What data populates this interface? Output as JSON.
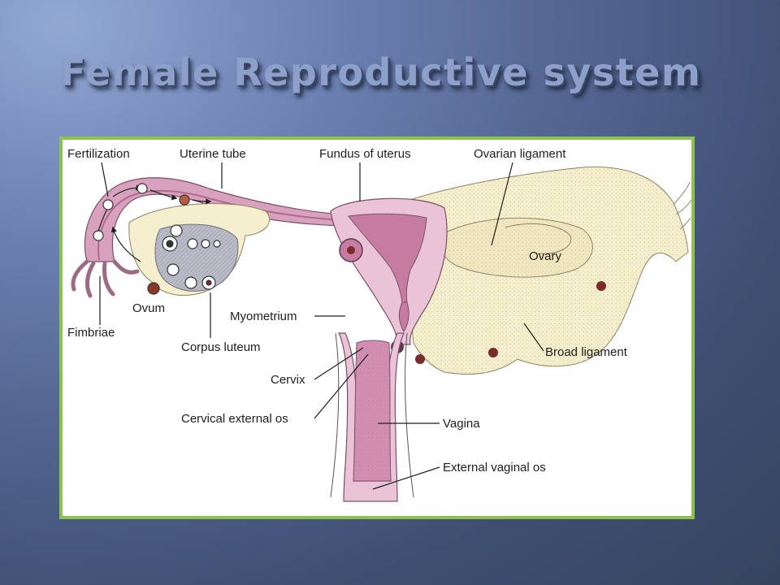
{
  "slide": {
    "title": "Female Reproductive system"
  },
  "colors": {
    "frame_border": "#8cc34b",
    "title_text": "#8da0c9",
    "tissue_pink": "#d8a1bd",
    "lumen_pink": "#c77ba2",
    "ligament_cream": "#f6efcd"
  },
  "diagram": {
    "labels": {
      "fertilization": "Fertilization",
      "uterine_tube": "Uterine tube",
      "fundus": "Fundus of uterus",
      "ovarian_ligament": "Ovarian ligament",
      "ovary": "Ovary",
      "ovum": "Ovum",
      "fimbriae": "Fimbriae",
      "myometrium": "Myometrium",
      "corpus_luteum": "Corpus luteum",
      "broad_ligament": "Broad ligament",
      "cervix": "Cervix",
      "cervical_external_os": "Cervical external os",
      "vagina": "Vagina",
      "external_vaginal_os": "External vaginal os"
    }
  }
}
